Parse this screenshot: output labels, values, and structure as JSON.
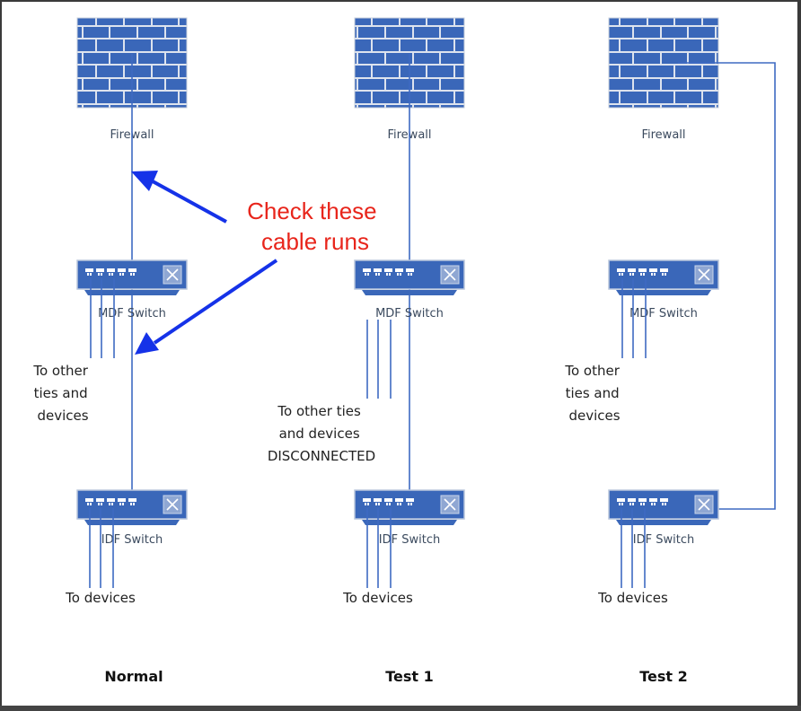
{
  "diagram": {
    "colors": {
      "device_blue": "#3a67b9",
      "brick_mortar": "#dde3ee",
      "cable": "#3e6ac2",
      "arrow": "#1532e8",
      "callout_text": "#e8251b"
    },
    "callout": {
      "line1": "Check these",
      "line2": "cable runs"
    },
    "columns": [
      {
        "id": "normal",
        "title": "Normal",
        "firewall_label": "Firewall",
        "mdf_label": "MDF Switch",
        "idf_label": "IDF Switch",
        "mdf_note": [
          "To other",
          "ties and",
          "devices"
        ],
        "idf_note": "To devices",
        "uplink": "firewall-to-mdf-to-idf",
        "mdf_ties_connected": true
      },
      {
        "id": "test1",
        "title": "Test 1",
        "firewall_label": "Firewall",
        "mdf_label": "MDF Switch",
        "idf_label": "IDF Switch",
        "mdf_note": [
          "To other ties",
          "and devices",
          "DISCONNECTED"
        ],
        "idf_note": "To devices",
        "uplink": "firewall-to-idf-bypass",
        "mdf_ties_connected": false
      },
      {
        "id": "test2",
        "title": "Test 2",
        "firewall_label": "Firewall",
        "mdf_label": "MDF Switch",
        "idf_label": "IDF Switch",
        "mdf_note": [
          "To other",
          "ties and",
          "devices"
        ],
        "idf_note": "To devices",
        "uplink": "firewall-direct-to-idf",
        "mdf_ties_connected": true
      }
    ]
  }
}
